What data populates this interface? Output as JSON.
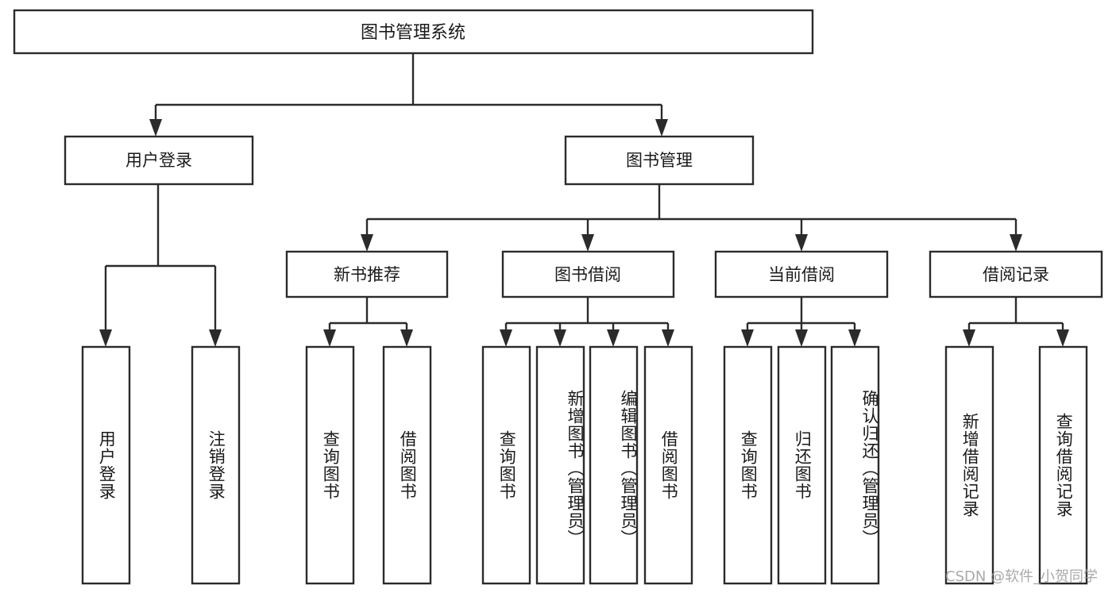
{
  "diagram": {
    "type": "hierarchy-tree",
    "title": "图书管理系统",
    "orientation": "top-down",
    "levels": 4,
    "nodes": {
      "root": {
        "label": "图书管理系统"
      },
      "level2": [
        {
          "label": "用户登录"
        },
        {
          "label": "图书管理"
        }
      ],
      "level3": [
        {
          "label": "新书推荐"
        },
        {
          "label": "图书借阅"
        },
        {
          "label": "当前借阅"
        },
        {
          "label": "借阅记录"
        }
      ],
      "leaves": [
        {
          "label": "用户登录",
          "parent": "用户登录"
        },
        {
          "label": "注销登录",
          "parent": "用户登录"
        },
        {
          "label": "查询图书",
          "parent": "新书推荐"
        },
        {
          "label": "借阅图书",
          "parent": "新书推荐"
        },
        {
          "label": "查询图书",
          "parent": "图书借阅"
        },
        {
          "label": "新增图书（管理员）",
          "parent": "图书借阅"
        },
        {
          "label": "编辑图书（管理员）",
          "parent": "图书借阅"
        },
        {
          "label": "借阅图书",
          "parent": "图书借阅"
        },
        {
          "label": "查询图书",
          "parent": "当前借阅"
        },
        {
          "label": "归还图书",
          "parent": "当前借阅"
        },
        {
          "label": "确认归还（管理员）",
          "parent": "当前借阅"
        },
        {
          "label": "新增借阅记录",
          "parent": "借阅记录"
        },
        {
          "label": "查询借阅记录",
          "parent": "借阅记录"
        }
      ]
    },
    "colors": {
      "stroke": "#2b2b2b",
      "fill": "#ffffff",
      "text": "#1a1a1a",
      "background": "#ffffff",
      "watermark": "#9b9b9b"
    }
  },
  "watermark": {
    "text": "CSDN @软件_小贺同学"
  }
}
